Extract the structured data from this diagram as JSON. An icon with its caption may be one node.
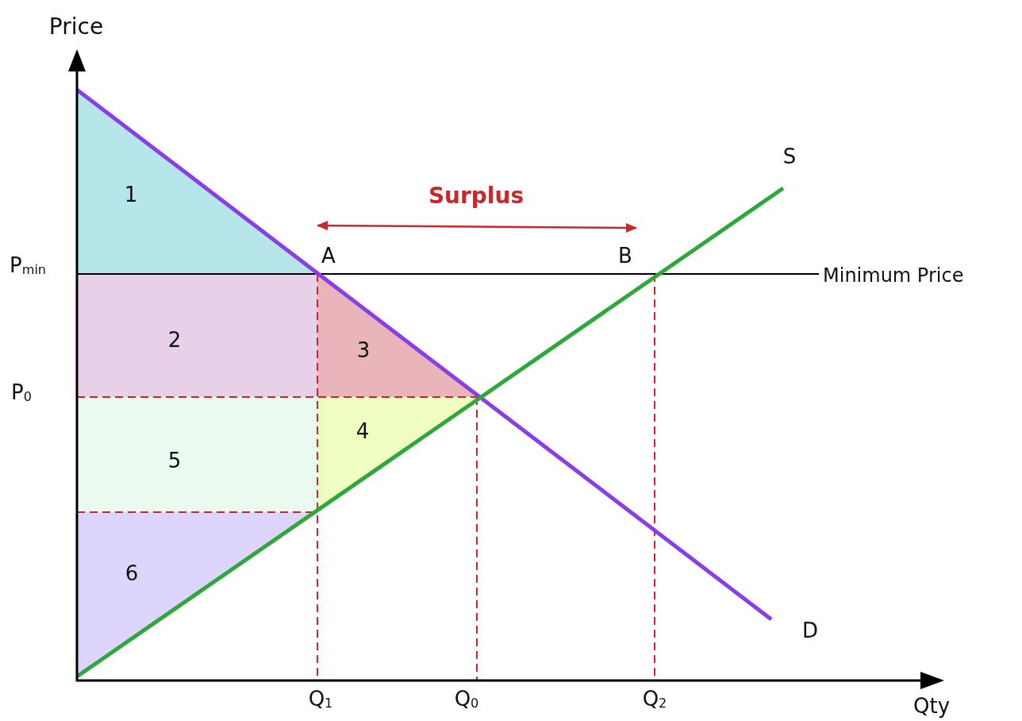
{
  "diagram": {
    "nodes": [
      {
        "text": [
          "1"
        ]
      },
      {
        "text": [
          "2"
        ]
      },
      {
        "text": [
          "3"
        ]
      },
      {
        "text": [
          "4"
        ]
      },
      {
        "text": [
          "5"
        ]
      },
      {
        "text": [
          "6"
        ]
      }
    ],
    "labels": [
      "Price",
      "Surplus",
      "S",
      "P$_{min}$",
      "A",
      "B",
      "Minimum Price",
      "P$_{0}$",
      "D",
      "Q$_{1}$",
      "Q$_{0}$",
      "Q$_{2}$",
      "Qty"
    ]
  }
}
